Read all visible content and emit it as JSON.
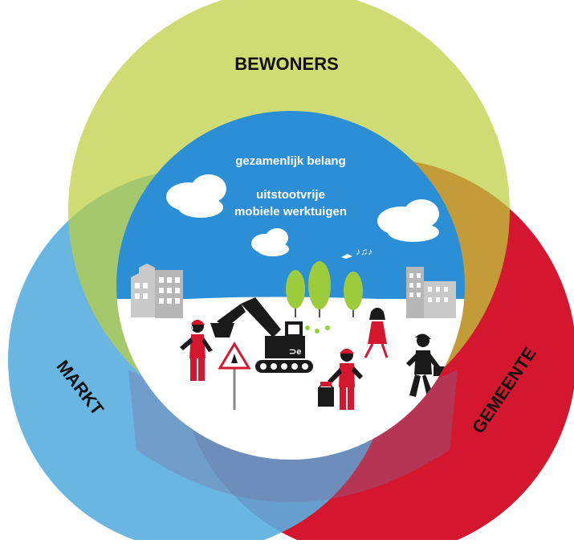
{
  "diagram": {
    "labels": {
      "top": "BEWONERS",
      "left": "MARKT",
      "right": "GEMEENTE"
    },
    "center": {
      "line1": "gezamenlijk belang",
      "line2": "uitstootvrije",
      "line3": "mobiele werktuigen"
    },
    "colors": {
      "green": "#bccf3f",
      "blue": "#5aaedf",
      "red": "#d4172e",
      "sky": "#2c8fd6",
      "ground": "#ffffff",
      "tree": "#9ccc3c",
      "machine": "#1a1a1a",
      "worker": "#d4172e"
    }
  }
}
